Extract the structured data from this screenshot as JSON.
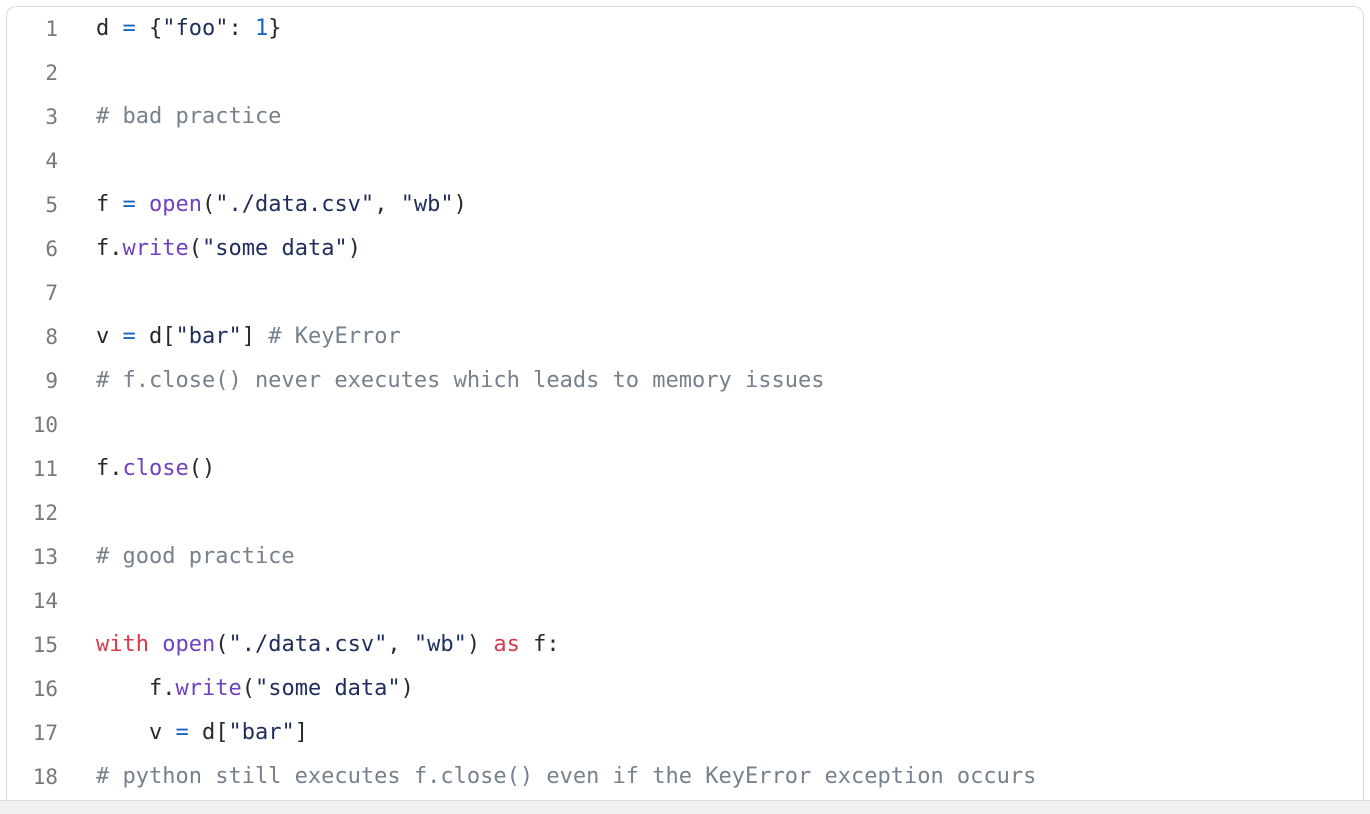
{
  "editor": {
    "language": "python",
    "first_visible_line": 1,
    "last_visible_line": 18,
    "total_visible_lines": 18,
    "colors": {
      "background": "#ffffff",
      "border": "#d8dce1",
      "line_number": "#73797f",
      "default_text": "#24292e",
      "keyword": "#d73a49",
      "builtin": "#6f42c1",
      "function": "#6f42c1",
      "string": "#1f2d5c",
      "number": "#1565c0",
      "operator": "#1565c0",
      "comment": "#76818c"
    }
  },
  "lines": [
    {
      "number": "1",
      "text": "d = {\"foo\": 1}",
      "tokens": [
        {
          "t": "d ",
          "c": "t-default"
        },
        {
          "t": "=",
          "c": "t-operator"
        },
        {
          "t": " {",
          "c": "t-punct"
        },
        {
          "t": "\"foo\"",
          "c": "t-string"
        },
        {
          "t": ": ",
          "c": "t-punct"
        },
        {
          "t": "1",
          "c": "t-number"
        },
        {
          "t": "}",
          "c": "t-punct"
        }
      ]
    },
    {
      "number": "2",
      "text": "",
      "tokens": []
    },
    {
      "number": "3",
      "text": "# bad practice",
      "tokens": [
        {
          "t": "# bad practice",
          "c": "t-comment"
        }
      ]
    },
    {
      "number": "4",
      "text": "",
      "tokens": []
    },
    {
      "number": "5",
      "text": "f = open(\"./data.csv\", \"wb\")",
      "tokens": [
        {
          "t": "f ",
          "c": "t-default"
        },
        {
          "t": "=",
          "c": "t-operator"
        },
        {
          "t": " ",
          "c": "t-default"
        },
        {
          "t": "open",
          "c": "t-builtin"
        },
        {
          "t": "(",
          "c": "t-punct"
        },
        {
          "t": "\"./data.csv\"",
          "c": "t-string"
        },
        {
          "t": ", ",
          "c": "t-punct"
        },
        {
          "t": "\"wb\"",
          "c": "t-string"
        },
        {
          "t": ")",
          "c": "t-punct"
        }
      ]
    },
    {
      "number": "6",
      "text": "f.write(\"some data\")",
      "tokens": [
        {
          "t": "f",
          "c": "t-default"
        },
        {
          "t": ".",
          "c": "t-punct"
        },
        {
          "t": "write",
          "c": "t-function"
        },
        {
          "t": "(",
          "c": "t-punct"
        },
        {
          "t": "\"some data\"",
          "c": "t-string"
        },
        {
          "t": ")",
          "c": "t-punct"
        }
      ]
    },
    {
      "number": "7",
      "text": "",
      "tokens": []
    },
    {
      "number": "8",
      "text": "v = d[\"bar\"] # KeyError",
      "tokens": [
        {
          "t": "v ",
          "c": "t-default"
        },
        {
          "t": "=",
          "c": "t-operator"
        },
        {
          "t": " d[",
          "c": "t-default"
        },
        {
          "t": "\"bar\"",
          "c": "t-string"
        },
        {
          "t": "] ",
          "c": "t-punct"
        },
        {
          "t": "# KeyError",
          "c": "t-comment"
        }
      ]
    },
    {
      "number": "9",
      "text": "# f.close() never executes which leads to memory issues",
      "tokens": [
        {
          "t": "# f.close() never executes which leads to memory issues",
          "c": "t-comment"
        }
      ]
    },
    {
      "number": "10",
      "text": "",
      "tokens": []
    },
    {
      "number": "11",
      "text": "f.close()",
      "tokens": [
        {
          "t": "f",
          "c": "t-default"
        },
        {
          "t": ".",
          "c": "t-punct"
        },
        {
          "t": "close",
          "c": "t-function"
        },
        {
          "t": "()",
          "c": "t-punct"
        }
      ]
    },
    {
      "number": "12",
      "text": "",
      "tokens": []
    },
    {
      "number": "13",
      "text": "# good practice",
      "tokens": [
        {
          "t": "# good practice",
          "c": "t-comment"
        }
      ]
    },
    {
      "number": "14",
      "text": "",
      "tokens": []
    },
    {
      "number": "15",
      "text": "with open(\"./data.csv\", \"wb\") as f:",
      "tokens": [
        {
          "t": "with",
          "c": "t-keyword"
        },
        {
          "t": " ",
          "c": "t-default"
        },
        {
          "t": "open",
          "c": "t-builtin"
        },
        {
          "t": "(",
          "c": "t-punct"
        },
        {
          "t": "\"./data.csv\"",
          "c": "t-string"
        },
        {
          "t": ", ",
          "c": "t-punct"
        },
        {
          "t": "\"wb\"",
          "c": "t-string"
        },
        {
          "t": ") ",
          "c": "t-punct"
        },
        {
          "t": "as",
          "c": "t-keyword"
        },
        {
          "t": " f:",
          "c": "t-default"
        }
      ]
    },
    {
      "number": "16",
      "text": "    f.write(\"some data\")",
      "tokens": [
        {
          "t": "    f",
          "c": "t-default"
        },
        {
          "t": ".",
          "c": "t-punct"
        },
        {
          "t": "write",
          "c": "t-function"
        },
        {
          "t": "(",
          "c": "t-punct"
        },
        {
          "t": "\"some data\"",
          "c": "t-string"
        },
        {
          "t": ")",
          "c": "t-punct"
        }
      ]
    },
    {
      "number": "17",
      "text": "    v = d[\"bar\"]",
      "tokens": [
        {
          "t": "    v ",
          "c": "t-default"
        },
        {
          "t": "=",
          "c": "t-operator"
        },
        {
          "t": " d[",
          "c": "t-default"
        },
        {
          "t": "\"bar\"",
          "c": "t-string"
        },
        {
          "t": "]",
          "c": "t-punct"
        }
      ]
    },
    {
      "number": "18",
      "text": "# python still executes f.close() even if the KeyError exception occurs",
      "tokens": [
        {
          "t": "# python still executes f.close() even if the KeyError exception occurs",
          "c": "t-comment"
        }
      ]
    }
  ]
}
